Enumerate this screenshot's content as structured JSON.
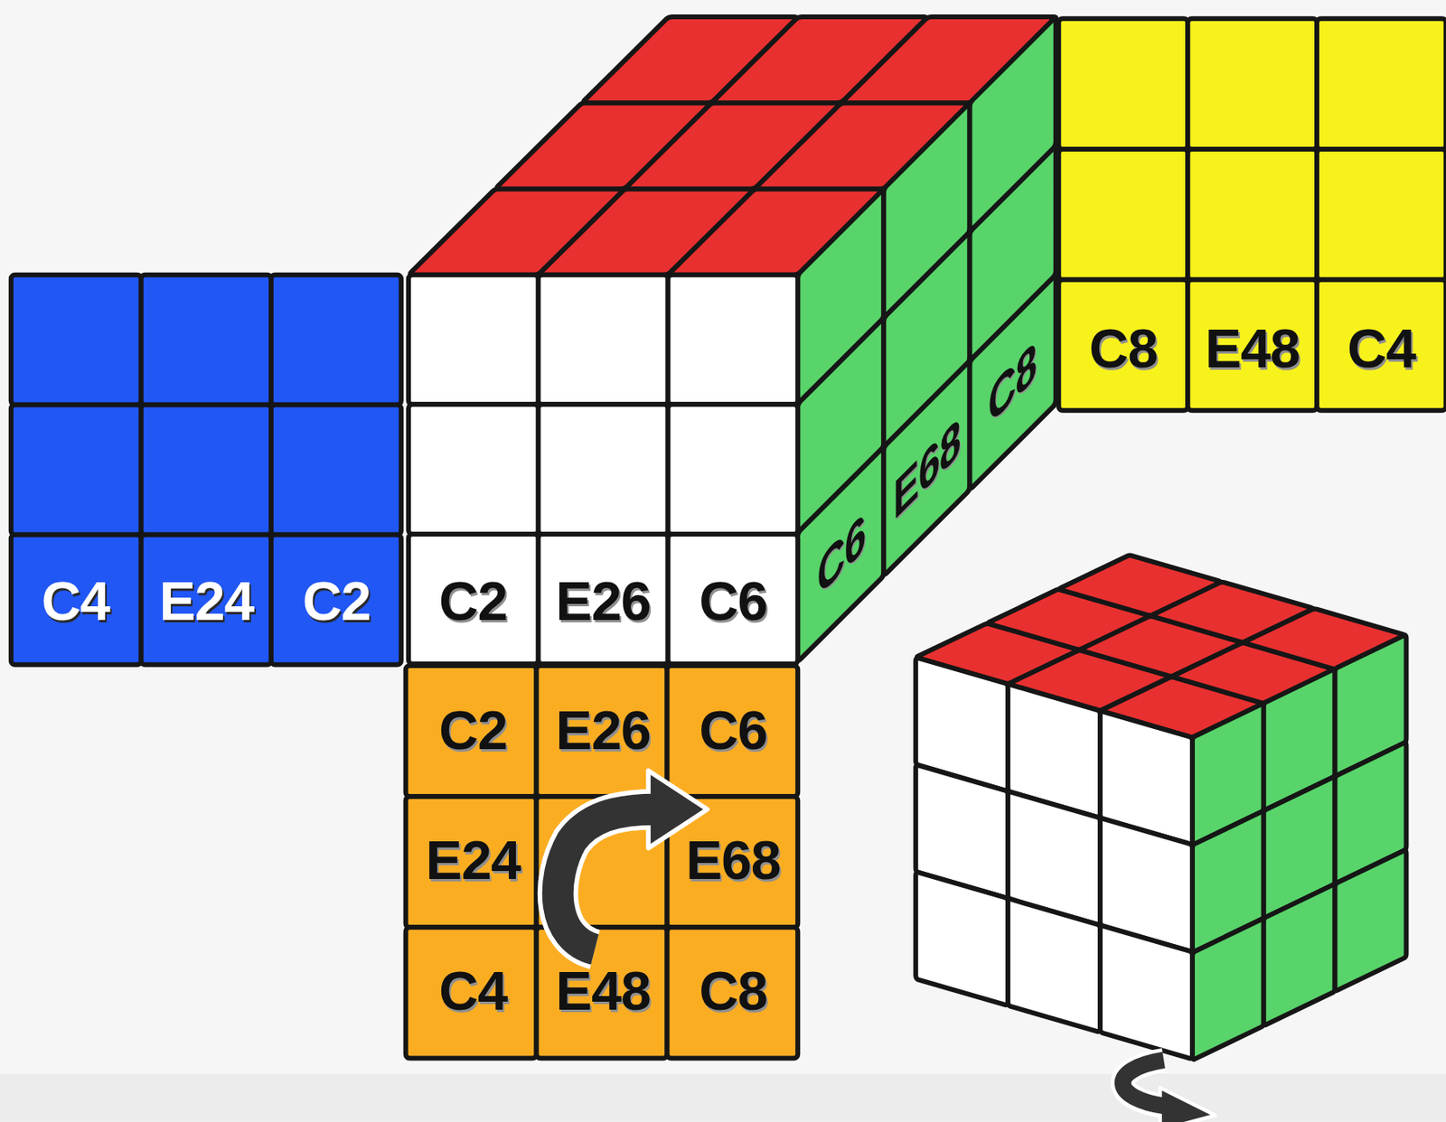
{
  "diagram": {
    "nodes": [
      {
        "text": [
          "C8"
        ]
      },
      {
        "text": [
          "E48"
        ]
      },
      {
        "text": [
          "C4"
        ]
      },
      {
        "text": [
          "C4"
        ]
      },
      {
        "text": [
          "E24"
        ]
      },
      {
        "text": [
          "C2"
        ]
      },
      {
        "text": [
          "C2"
        ]
      },
      {
        "text": [
          "E26"
        ]
      },
      {
        "text": [
          "C6"
        ]
      },
      {
        "text": [
          "C6"
        ]
      },
      {
        "text": [
          "E68"
        ]
      },
      {
        "text": [
          "C8"
        ]
      },
      {
        "text": [
          "C2"
        ]
      },
      {
        "text": [
          "E26"
        ]
      },
      {
        "text": [
          "C6"
        ]
      },
      {
        "text": [
          "E24"
        ]
      },
      {
        "text": [
          "E68"
        ]
      },
      {
        "text": [
          "C4"
        ]
      },
      {
        "text": [
          "E48"
        ]
      },
      {
        "text": [
          "C8"
        ]
      }
    ]
  }
}
